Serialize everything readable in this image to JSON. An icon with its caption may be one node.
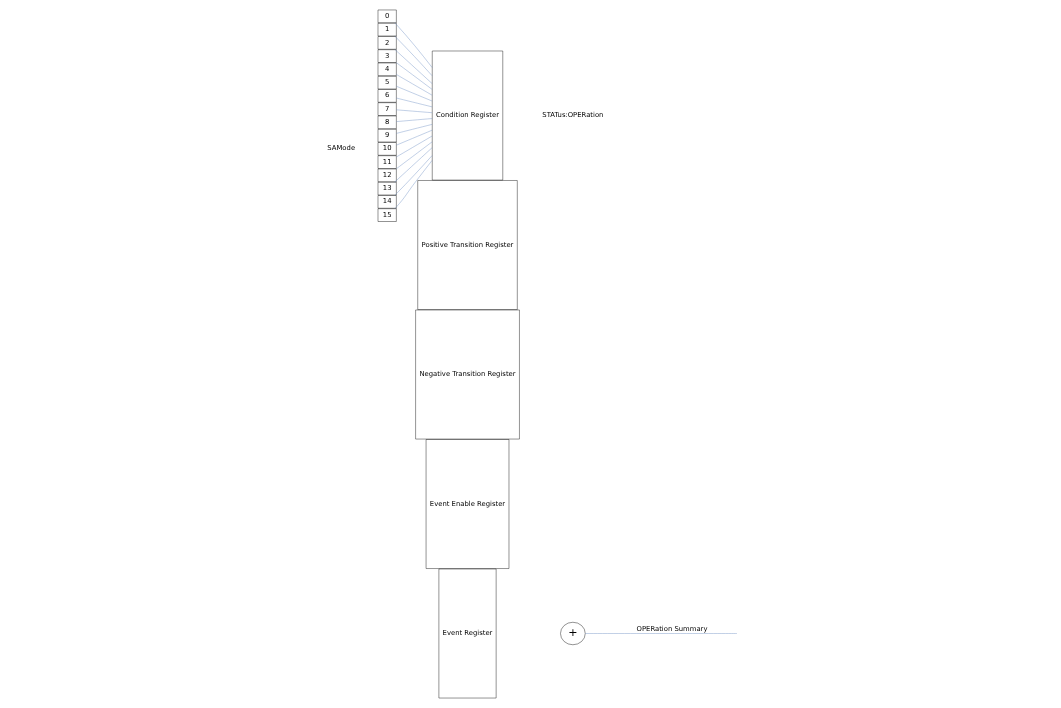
{
  "diagram": {
    "nodes": [
      {
        "text": [
          "0"
        ]
      },
      {
        "text": [
          "1"
        ]
      },
      {
        "text": [
          "2"
        ]
      },
      {
        "text": [
          "3"
        ]
      },
      {
        "text": [
          "4"
        ]
      },
      {
        "text": [
          "5"
        ]
      },
      {
        "text": [
          "6"
        ]
      },
      {
        "text": [
          "7"
        ]
      },
      {
        "text": [
          "8"
        ]
      },
      {
        "text": [
          "9"
        ]
      },
      {
        "text": [
          "10"
        ]
      },
      {
        "text": [
          "11"
        ]
      },
      {
        "text": [
          "12"
        ]
      },
      {
        "text": [
          "13"
        ]
      },
      {
        "text": [
          "14"
        ]
      },
      {
        "text": [
          "15"
        ]
      },
      {
        "text": [
          "Condition Register"
        ]
      },
      {
        "text": [
          "Positive Transition Register"
        ]
      },
      {
        "text": [
          "Negative Transition Register"
        ]
      },
      {
        "text": [
          "Event Enable Register"
        ]
      },
      {
        "text": [
          "Event Register"
        ]
      },
      {
        "text": [
          "+"
        ]
      }
    ],
    "edges": [
      {
        "from": 0,
        "to": 16,
        "arrow": "none"
      },
      {
        "from": 1,
        "to": 16,
        "arrow": "none"
      },
      {
        "from": 2,
        "to": 16,
        "arrow": "none"
      },
      {
        "from": 3,
        "to": 16,
        "arrow": "none"
      },
      {
        "from": 4,
        "to": 16,
        "arrow": "none"
      },
      {
        "from": 5,
        "to": 16,
        "arrow": "none"
      },
      {
        "from": 6,
        "to": 16,
        "arrow": "none"
      },
      {
        "from": 7,
        "to": 16,
        "arrow": "none"
      },
      {
        "from": 8,
        "to": 16,
        "arrow": "none"
      },
      {
        "from": 9,
        "to": 16,
        "arrow": "none"
      },
      {
        "from": 10,
        "to": 16,
        "arrow": "none"
      },
      {
        "from": 11,
        "to": 16,
        "arrow": "none"
      },
      {
        "from": 12,
        "to": 16,
        "arrow": "none"
      },
      {
        "from": 13,
        "to": 16,
        "arrow": "none"
      },
      {
        "from": 14,
        "to": 16,
        "arrow": "none"
      },
      {
        "from": 15,
        "to": 16,
        "arrow": "none"
      },
      {
        "from": 21,
        "to": null,
        "arrow": "none",
        "label": "OPERation Summary"
      }
    ],
    "labels": [
      "SAMode",
      "STATus:OPERation"
    ]
  }
}
